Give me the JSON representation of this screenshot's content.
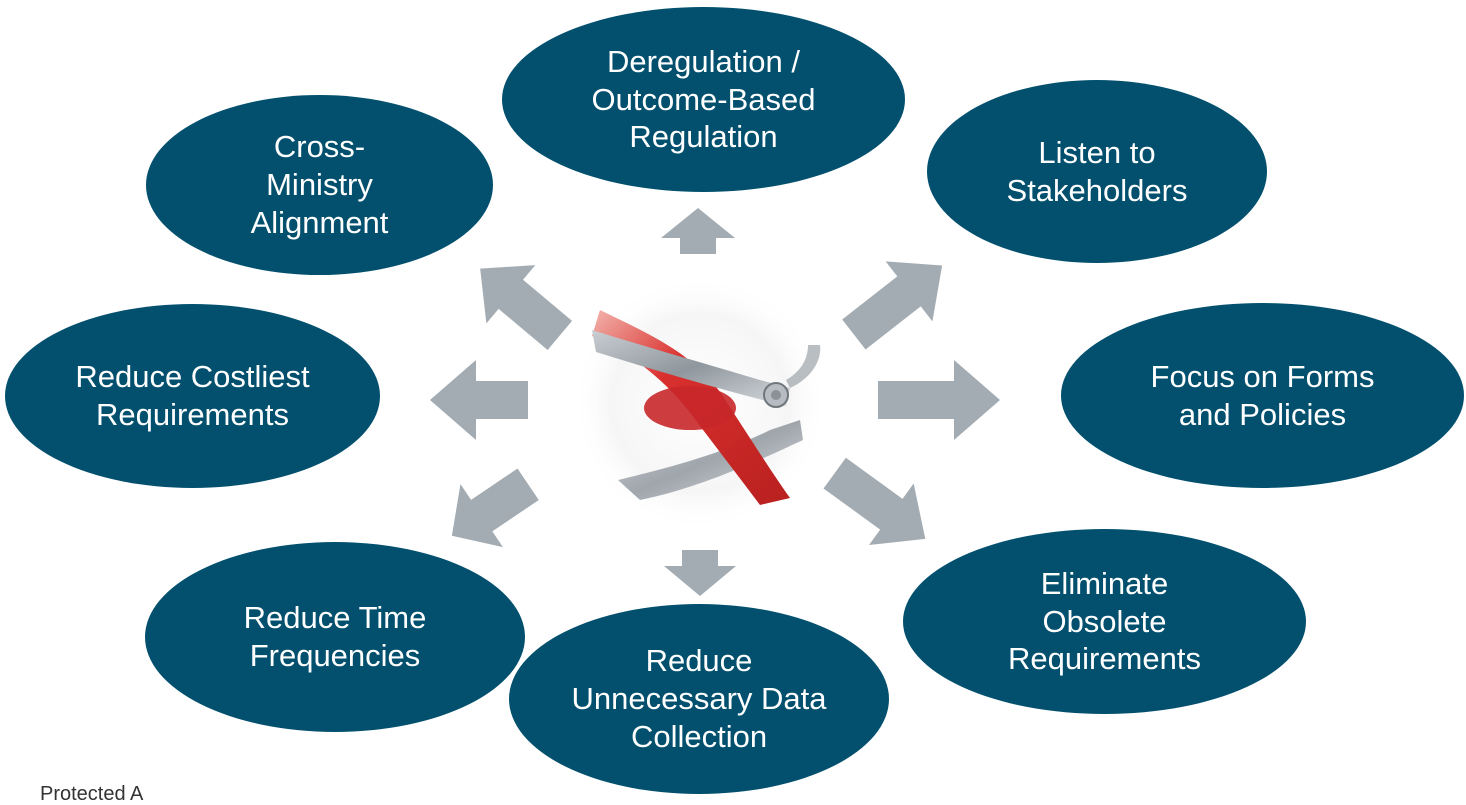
{
  "colors": {
    "node_fill": "#02506e",
    "arrow_fill": "#a3acb3",
    "ribbon_red": "#d9302e",
    "blade_gray": "#9aa3aa"
  },
  "center": {
    "icon": "scissors-cutting-red-tape-icon"
  },
  "nodes": [
    {
      "id": "deregulation",
      "label": "Deregulation / Outcome-Based Regulation"
    },
    {
      "id": "listen",
      "label": "Listen to Stakeholders"
    },
    {
      "id": "forms",
      "label": "Focus on Forms and Policies"
    },
    {
      "id": "obsolete",
      "label": "Eliminate Obsolete Requirements"
    },
    {
      "id": "data-collection",
      "label": "Reduce Unnecessary Data Collection"
    },
    {
      "id": "time",
      "label": "Reduce Time Frequencies"
    },
    {
      "id": "costliest",
      "label": "Reduce Costliest Requirements"
    },
    {
      "id": "cross-ministry",
      "label": "Cross-Ministry Alignment"
    }
  ],
  "footer": {
    "text": "Protected A"
  }
}
